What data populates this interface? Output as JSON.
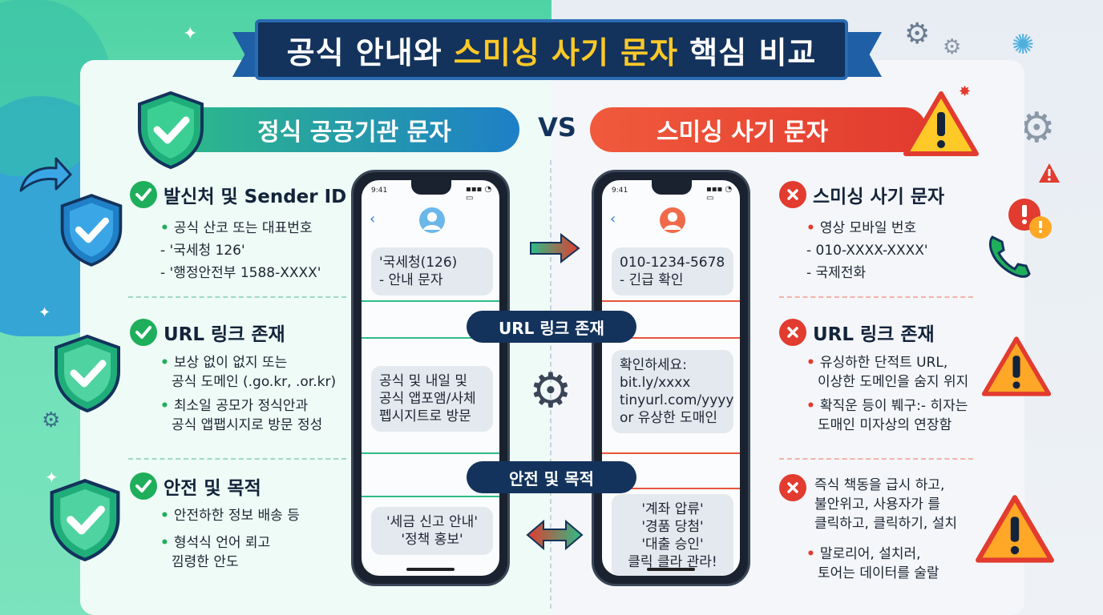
{
  "title": {
    "part1": "공식 안내와 ",
    "highlight": "스미싱 사기 문자",
    "part2": " 핵심 비교"
  },
  "header": {
    "left": "정식 공공기관 문자",
    "vs": "VS",
    "right": "스미싱 사기 문자"
  },
  "left": {
    "sections": [
      {
        "title": "발신처 및 Sender ID",
        "lines": [
          "공식 산코 또는 대표번호",
          "- '국세청 126'",
          "- '행정안전부 1588-XXXX'"
        ]
      },
      {
        "title": "URL 링크 존재",
        "lines": [
          "보상 없이 없지 또는",
          "공식 도메인 (.go.kr, .or.kr)",
          "최소일 공모가 정식안과",
          "공식 앱팹시지로 방문 정성"
        ]
      },
      {
        "title": "안전 및 목적",
        "lines": [
          "안전하한 정보 배송 등",
          "형석식 언어 뢰고",
          "낌령한 안도"
        ]
      }
    ]
  },
  "right": {
    "sections": [
      {
        "title": "스미싱 사기 문자",
        "lines": [
          "영상 모바일 번호",
          "- 010-XXXX-XXXX'",
          "- 국제전화"
        ]
      },
      {
        "title": "URL 링크 존재",
        "lines": [
          "유싱하한 단적트 URL,",
          "이상한 도메인을 숨지 위지",
          "확직운 등이 붸구:- 히자는",
          "도매인 미자상의 연장함"
        ]
      },
      {
        "title": "",
        "lines": [
          "즉식 책동을 급시 하고,",
          "불안위고, 사용자가 를",
          "클릭하고, 클릭하기, 설치",
          "말로리어, 설치러,",
          "토어는 데이터를 술랄"
        ]
      }
    ]
  },
  "phone_left": {
    "time": "9:41",
    "msg1": [
      "'국세청(126)",
      "- 안내 문자"
    ],
    "msg2": [
      "공식 및 내일 및",
      "공식 앱포앰/사체",
      "펩시지트로 방문"
    ],
    "msg3": [
      "'세금 신고 안내'",
      "'정책 홍보'"
    ]
  },
  "phone_right": {
    "time": "9:41",
    "msg1": [
      "010-1234-5678",
      "- 긴급 확인"
    ],
    "msg2": [
      "확인하세요:",
      "bit.ly/xxxx",
      "tinyurl.com/yyyy",
      "or  유상한 도매인"
    ],
    "msg3": [
      "'계좌 압류'",
      "'경품 당첨'",
      "'대출 승인'",
      "클릭 클라 관라!"
    ]
  },
  "badges": {
    "url": "URL 링크 존재",
    "safety": "안전 및 목적"
  },
  "colors": {
    "navy": "#13335c",
    "green": "#1fae5b",
    "red": "#e23b2f",
    "yellow": "#ffc928"
  }
}
